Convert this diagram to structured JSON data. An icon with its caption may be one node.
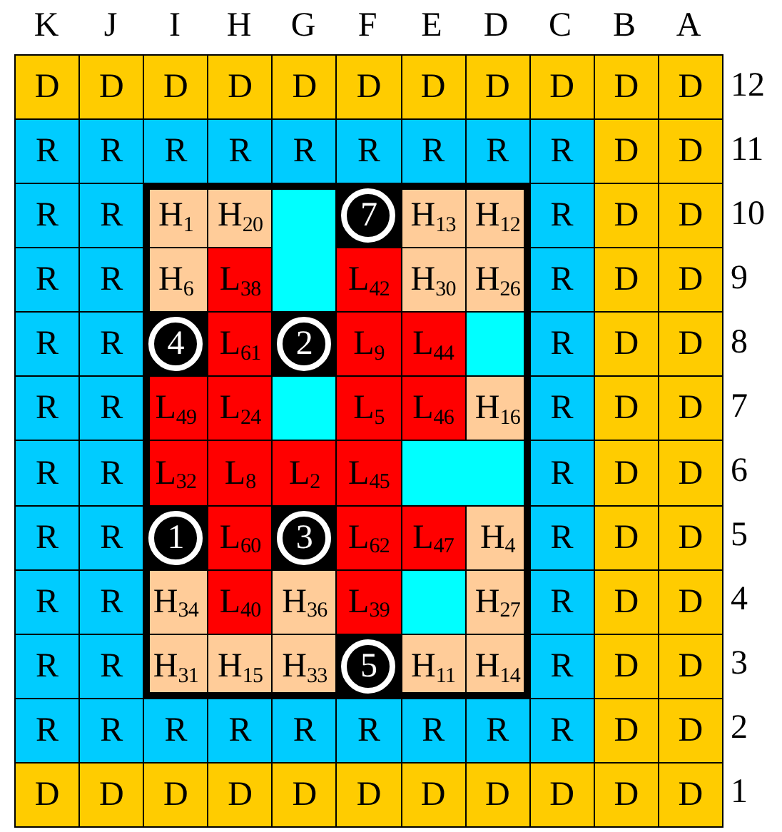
{
  "diagram": {
    "nodes": [
      {
        "text": [
          "D"
        ]
      },
      {
        "text": [
          "D"
        ]
      },
      {
        "text": [
          "D"
        ]
      },
      {
        "text": [
          "D"
        ]
      },
      {
        "text": [
          "D"
        ]
      },
      {
        "text": [
          "D"
        ]
      },
      {
        "text": [
          "D"
        ]
      },
      {
        "text": [
          "D"
        ]
      },
      {
        "text": [
          "D"
        ]
      },
      {
        "text": [
          "D"
        ]
      },
      {
        "text": [
          "D"
        ]
      },
      {
        "text": [
          "R"
        ]
      },
      {
        "text": [
          "R"
        ]
      },
      {
        "text": [
          "R"
        ]
      },
      {
        "text": [
          "R"
        ]
      },
      {
        "text": [
          "R"
        ]
      },
      {
        "text": [
          "R"
        ]
      },
      {
        "text": [
          "R"
        ]
      },
      {
        "text": [
          "R"
        ]
      },
      {
        "text": [
          "R"
        ]
      },
      {
        "text": [
          "D"
        ]
      },
      {
        "text": [
          "D"
        ]
      },
      {
        "text": [
          "R"
        ]
      },
      {
        "text": [
          "R"
        ]
      },
      {
        "text": [
          "H$_{1}$"
        ]
      },
      {
        "text": [
          "H$_{20}$"
        ]
      },
      {
        "text": [],
        "shape": "box"
      },
      {
        "text": [
          "7"
        ]
      },
      {
        "text": [
          "H$_{13}$"
        ]
      },
      {
        "text": [
          "H$_{12}$"
        ]
      },
      {
        "text": [
          "R"
        ]
      },
      {
        "text": [
          "D"
        ]
      },
      {
        "text": [
          "D"
        ]
      },
      {
        "text": [
          "R"
        ]
      },
      {
        "text": [
          "R"
        ]
      },
      {
        "text": [
          "H$_{6}$"
        ]
      },
      {
        "text": [
          "L$_{38}$"
        ]
      },
      {
        "text": [
          "L$_{42}$"
        ]
      },
      {
        "text": [
          "H$_{30}$"
        ]
      },
      {
        "text": [
          "H$_{26}$"
        ]
      },
      {
        "text": [
          "R"
        ]
      },
      {
        "text": [
          "D"
        ]
      },
      {
        "text": [
          "D"
        ]
      },
      {
        "text": [
          "R"
        ]
      },
      {
        "text": [
          "R"
        ]
      },
      {
        "text": [
          "4"
        ]
      },
      {
        "text": [
          "L$_{61}$"
        ]
      },
      {
        "text": [
          "2"
        ]
      },
      {
        "text": [
          "L$_{9}$"
        ]
      },
      {
        "text": [
          "L$_{44}$"
        ]
      },
      {
        "text": [],
        "shape": "box"
      },
      {
        "text": [
          "R"
        ]
      },
      {
        "text": [
          "D"
        ]
      },
      {
        "text": [
          "D"
        ]
      },
      {
        "text": [
          "R"
        ]
      },
      {
        "text": [
          "R"
        ]
      },
      {
        "text": [
          "L$_{49}$"
        ]
      },
      {
        "text": [
          "L$_{24}$"
        ]
      },
      {
        "text": [],
        "shape": "box"
      },
      {
        "text": [
          "L$_{5}$"
        ]
      },
      {
        "text": [
          "L$_{46}$"
        ]
      },
      {
        "text": [
          "H$_{16}$"
        ]
      },
      {
        "text": [
          "R"
        ]
      },
      {
        "text": [
          "D"
        ]
      },
      {
        "text": [
          "D"
        ]
      },
      {
        "text": [
          "R"
        ]
      },
      {
        "text": [
          "R"
        ]
      },
      {
        "text": [
          "L$_{32}$"
        ]
      },
      {
        "text": [
          "L$_{8}$"
        ]
      },
      {
        "text": [
          "L$_{2}$"
        ]
      },
      {
        "text": [
          "L$_{45}$"
        ]
      },
      {
        "text": [],
        "shape": "box"
      },
      {
        "text": [
          "R"
        ]
      },
      {
        "text": [
          "D"
        ]
      },
      {
        "text": [
          "D"
        ]
      },
      {
        "text": [
          "R"
        ]
      },
      {
        "text": [
          "R"
        ]
      },
      {
        "text": [
          "1"
        ]
      },
      {
        "text": [
          "L$_{60}$"
        ]
      },
      {
        "text": [
          "3"
        ]
      },
      {
        "text": [
          "L$_{62}$"
        ]
      },
      {
        "text": [
          "L$_{47}$"
        ]
      },
      {
        "text": [
          "H$_{4}$"
        ]
      },
      {
        "text": [
          "R"
        ]
      },
      {
        "text": [
          "D"
        ]
      },
      {
        "text": [
          "D"
        ]
      },
      {
        "text": [
          "R"
        ]
      },
      {
        "text": [
          "R"
        ]
      },
      {
        "text": [
          "H$_{34}$"
        ]
      },
      {
        "text": [
          "L$_{40}$"
        ]
      },
      {
        "text": [
          "H$_{36}$"
        ]
      },
      {
        "text": [
          "L$_{39}$"
        ]
      },
      {
        "text": [],
        "shape": "box"
      },
      {
        "text": [
          "H$_{27}$"
        ]
      },
      {
        "text": [
          "R"
        ]
      },
      {
        "text": [
          "D"
        ]
      },
      {
        "text": [
          "D"
        ]
      },
      {
        "text": [
          "R"
        ]
      },
      {
        "text": [
          "R"
        ]
      },
      {
        "text": [
          "H$_{31}$"
        ]
      },
      {
        "text": [
          "H$_{15}$"
        ]
      },
      {
        "text": [
          "H$_{33}$"
        ]
      },
      {
        "text": [
          "5"
        ]
      },
      {
        "text": [
          "H$_{11}$"
        ]
      },
      {
        "text": [
          "H$_{14}$"
        ]
      },
      {
        "text": [
          "R"
        ]
      },
      {
        "text": [
          "D"
        ]
      },
      {
        "text": [
          "D"
        ]
      },
      {
        "text": [
          "R"
        ]
      },
      {
        "text": [
          "R"
        ]
      },
      {
        "text": [
          "R"
        ]
      },
      {
        "text": [
          "R"
        ]
      },
      {
        "text": [
          "R"
        ]
      },
      {
        "text": [
          "R"
        ]
      },
      {
        "text": [
          "R"
        ]
      },
      {
        "text": [
          "R"
        ]
      },
      {
        "text": [
          "R"
        ]
      },
      {
        "text": [
          "D"
        ]
      },
      {
        "text": [
          "D"
        ]
      },
      {
        "text": [
          "D"
        ]
      },
      {
        "text": [
          "D"
        ]
      },
      {
        "text": [
          "D"
        ]
      },
      {
        "text": [
          "D"
        ]
      },
      {
        "text": [
          "D"
        ]
      },
      {
        "text": [
          "D"
        ]
      },
      {
        "text": [
          "D"
        ]
      },
      {
        "text": [
          "D"
        ]
      },
      {
        "text": [
          "D"
        ]
      },
      {
        "text": [
          "D"
        ]
      },
      {
        "text": [
          "D"
        ]
      }
    ],
    "labels": [
      "K",
      "J",
      "I",
      "H",
      "G",
      "F",
      "E",
      "D",
      "C",
      "B",
      "A",
      "12",
      "11",
      "10",
      "9",
      "8",
      "7",
      "6",
      "5",
      "4",
      "3",
      "2",
      "1"
    ]
  }
}
